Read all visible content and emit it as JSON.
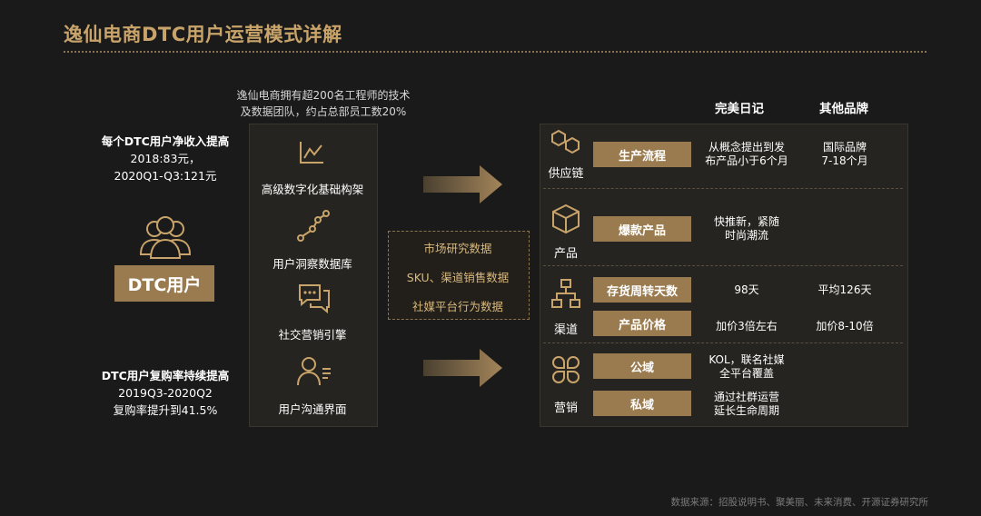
{
  "title": "逸仙电商DTC用户运营模式详解",
  "left": {
    "block1": {
      "heading": "每个DTC用户净收入提高",
      "line1": "2018:83元，",
      "line2": "2020Q1-Q3:121元"
    },
    "center_label": "DTC用户",
    "block2": {
      "heading": "DTC用户复购率持续提高",
      "line1": "2019Q3-2020Q2",
      "line2": "复购率提升到41.5%"
    }
  },
  "top_note": {
    "line1": "逸仙电商拥有超200名工程师的技术",
    "line2": "及数据团队，约占总部员工数20%"
  },
  "stack": [
    {
      "label": "高级数字化基础构架",
      "icon": "chart-line-icon"
    },
    {
      "label": "用户洞察数据库",
      "icon": "network-nodes-icon"
    },
    {
      "label": "社交营销引擎",
      "icon": "chat-bubbles-icon"
    },
    {
      "label": "用户沟通界面",
      "icon": "user-profile-icon"
    }
  ],
  "sources": [
    "市场研究数据",
    "SKU、渠道销售数据",
    "社媒平台行为数据"
  ],
  "columns": {
    "perfect_diary": "完美日记",
    "other_brands": "其他品牌"
  },
  "categories": [
    {
      "name": "供应链",
      "icon": "hexagons-icon"
    },
    {
      "name": "产品",
      "icon": "cube-icon"
    },
    {
      "name": "渠道",
      "icon": "org-chart-icon"
    },
    {
      "name": "营销",
      "icon": "clover-icon"
    }
  ],
  "rows": [
    {
      "label": "生产流程",
      "perfect_l1": "从概念提出到发",
      "perfect_l2": "布产品小于6个月",
      "other_l1": "国际品牌",
      "other_l2": "7-18个月"
    },
    {
      "label": "爆款产品",
      "perfect_l1": "快推新，紧随",
      "perfect_l2": "时尚潮流",
      "other_l1": "",
      "other_l2": ""
    },
    {
      "label": "存货周转天数",
      "perfect_l1": "98天",
      "perfect_l2": "",
      "other_l1": "平均126天",
      "other_l2": ""
    },
    {
      "label": "产品价格",
      "perfect_l1": "加价3倍左右",
      "perfect_l2": "",
      "other_l1": "加价8-10倍",
      "other_l2": ""
    },
    {
      "label": "公域",
      "perfect_l1": "KOL，联名社媒",
      "perfect_l2": "全平台覆盖",
      "other_l1": "",
      "other_l2": ""
    },
    {
      "label": "私域",
      "perfect_l1": "通过社群运营",
      "perfect_l2": "延长生命周期",
      "other_l1": "",
      "other_l2": ""
    }
  ],
  "footer": "数据来源：招股说明书、聚美丽、未来消费、开源证券研究所",
  "colors": {
    "gold": "#c9a46a",
    "gold_fill": "#9a7b4f",
    "background": "#1a1a1a",
    "panel": "#262420"
  }
}
